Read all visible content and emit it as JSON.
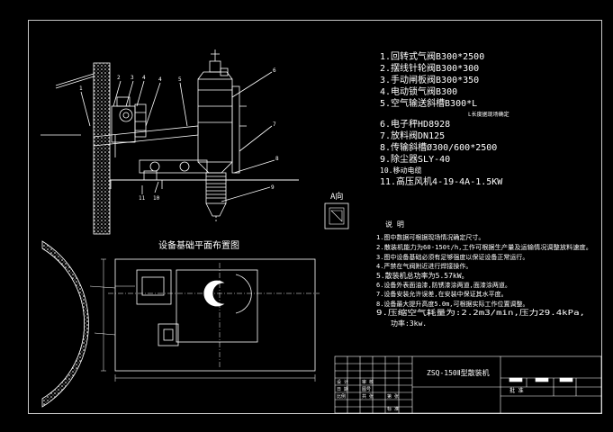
{
  "colors": {
    "background": "#000000",
    "line": "#ffffff",
    "frame": "#c8c8c8"
  },
  "parts_list": [
    "1.回转式气阀B300*2500",
    "2.摆线针轮阀B300*300",
    "3.手动闸板阀B300*350",
    "4.电动锁气阀B300",
    "5.空气输送斜槽B300*L",
    "L长度据现场确定",
    "6.电子秤HD8928",
    "7.放料阀DN125",
    "8.传输斜槽Ø300/600*2500",
    "9.除尘器SLY-40",
    "10.移动电缆",
    "11.高压风机4-19-4A-1.5KW"
  ],
  "plan_title": "设备基础平面布置图",
  "detail_label": "A向",
  "notes": {
    "heading": "说  明",
    "items": [
      "1.图中数据可根据现场情况确定尺寸。",
      "2.散装机能力为60-150t/h,工作可根据生产量及运输情况调整放料速度。",
      "3.图中设备基础必须有足够强度以保证设备正常运行。",
      "4.严禁在气阀附近进行焊接操作。",
      "5.散装机总功率为5.57kW。",
      "6.设备外表面油漆,防锈漆涂两道,面漆涂两道。",
      "7.设备安装允许误差,在安装中保证其水平度。",
      "8.设备最大提升高度5.0m,可根据实际工作位置调整。",
      "9.压缩空气耗量为:2.2m3/min,压力29.4kPa,",
      "功率:3kw."
    ]
  },
  "title_block": {
    "name": "ZSQ-150Ⅱ型散装机",
    "cells": [
      "设 计",
      "审 核",
      "日 期",
      "图号",
      "比例",
      "共 张",
      "第 张",
      "标 准",
      "批 准"
    ]
  }
}
